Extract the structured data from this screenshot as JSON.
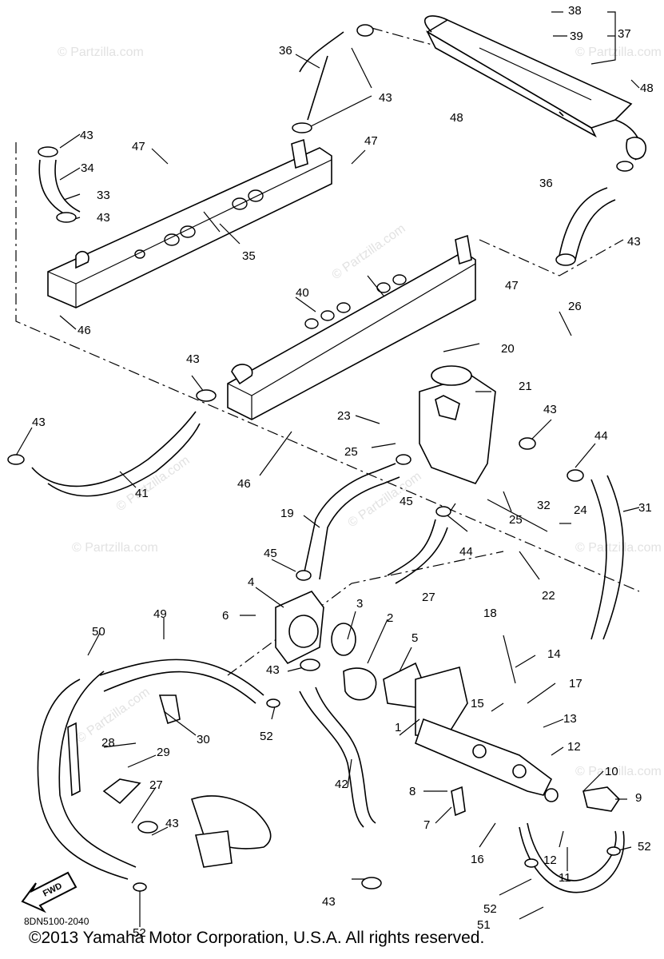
{
  "watermark": "© Partzilla.com",
  "watermark_brand": "Partzilla.com",
  "diagram_code": "8DN5100-2040",
  "copyright": "©2013 Yamaha Motor Corporation, U.S.A. All rights reserved.",
  "fwd_label": "FWD",
  "callouts": [
    "1",
    "2",
    "3",
    "4",
    "5",
    "6",
    "7",
    "8",
    "9",
    "10",
    "11",
    "12",
    "12",
    "13",
    "14",
    "15",
    "16",
    "17",
    "18",
    "19",
    "20",
    "21",
    "22",
    "23",
    "24",
    "25",
    "25",
    "26",
    "27",
    "27",
    "28",
    "29",
    "30",
    "31",
    "32",
    "33",
    "34",
    "35",
    "36",
    "36",
    "37",
    "38",
    "39",
    "40",
    "41",
    "42",
    "43",
    "43",
    "43",
    "43",
    "43",
    "43",
    "43",
    "43",
    "43",
    "43",
    "44",
    "44",
    "45",
    "45",
    "46",
    "46",
    "47",
    "47",
    "47",
    "48",
    "48",
    "49",
    "50",
    "51",
    "52",
    "52",
    "52",
    "52"
  ]
}
